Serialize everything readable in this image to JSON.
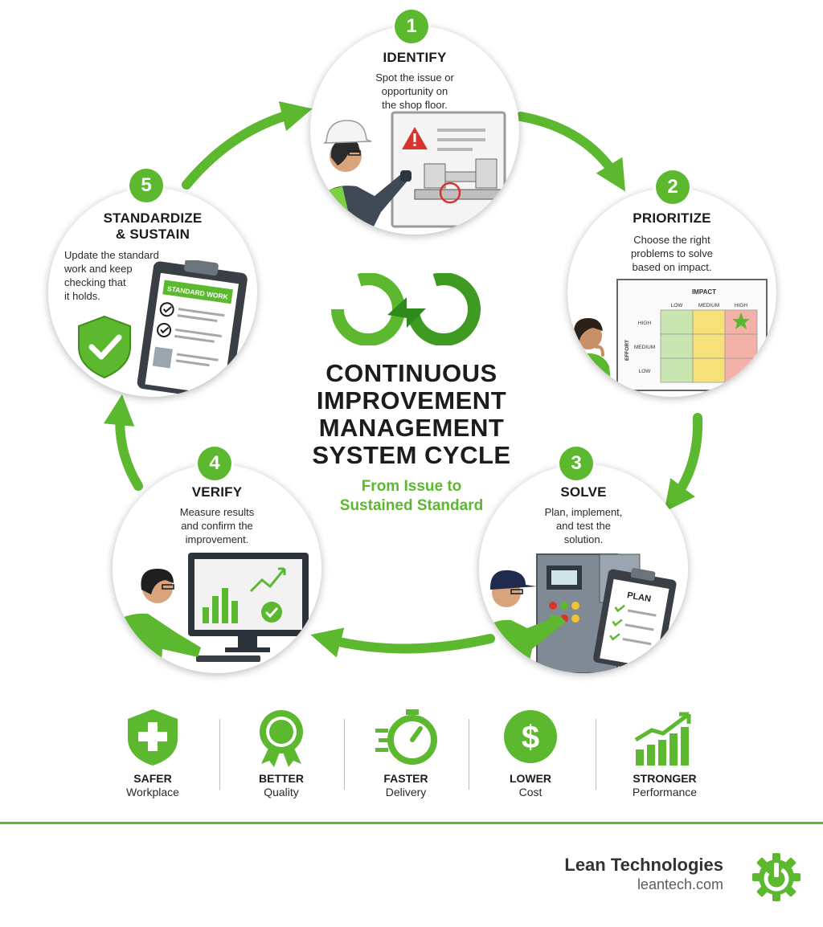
{
  "colors": {
    "accent": "#5cb82e",
    "dark_text": "#1c1c1c",
    "red_alert": "#d9342b",
    "grid_green": "#c9e6b0",
    "grid_yellow": "#f6e07a",
    "grid_red": "#f4b1a8"
  },
  "center": {
    "title_lines": [
      "CONTINUOUS",
      "IMPROVEMENT",
      "MANAGEMENT",
      "SYSTEM CYCLE"
    ],
    "subtitle_lines": [
      "From Issue to",
      "Sustained Standard"
    ],
    "icon": "infinity-loop-icon"
  },
  "stages": [
    {
      "number": "1",
      "title_lines": [
        "IDENTIFY"
      ],
      "desc_lines": [
        "Spot the issue or",
        "opportunity on",
        "the shop floor."
      ]
    },
    {
      "number": "2",
      "title_lines": [
        "PRIORITIZE"
      ],
      "desc_lines": [
        "Choose the right",
        "problems to solve",
        "based on impact."
      ],
      "matrix": {
        "impact_label": "IMPACT",
        "effort_label": "EFFORT",
        "columns": [
          "LOW",
          "MEDIUM",
          "HIGH"
        ],
        "rows": [
          "HIGH",
          "MEDIUM",
          "LOW"
        ]
      }
    },
    {
      "number": "3",
      "title_lines": [
        "SOLVE"
      ],
      "desc_lines": [
        "Plan, implement,",
        "and test the",
        "solution."
      ],
      "clipboard_label": "PLAN"
    },
    {
      "number": "4",
      "title_lines": [
        "VERIFY"
      ],
      "desc_lines": [
        "Measure results",
        "and confirm the",
        "improvement."
      ]
    },
    {
      "number": "5",
      "title_lines": [
        "STANDARDIZE",
        "& SUSTAIN"
      ],
      "desc_lines": [
        "Update the standard",
        "work and keep",
        "checking that",
        "it holds."
      ],
      "clipboard_label": "STANDARD WORK"
    }
  ],
  "benefits": [
    {
      "strong": "SAFER",
      "sub": "Workplace",
      "icon": "shield-plus-icon"
    },
    {
      "strong": "BETTER",
      "sub": "Quality",
      "icon": "award-ribbon-icon"
    },
    {
      "strong": "FASTER",
      "sub": "Delivery",
      "icon": "stopwatch-icon"
    },
    {
      "strong": "LOWER",
      "sub": "Cost",
      "icon": "dollar-coin-icon"
    },
    {
      "strong": "STRONGER",
      "sub": "Performance",
      "icon": "bar-growth-icon"
    }
  ],
  "brand": {
    "name": "Lean Technologies",
    "url": "leantech.com",
    "logo": "power-gear-logo-icon"
  }
}
